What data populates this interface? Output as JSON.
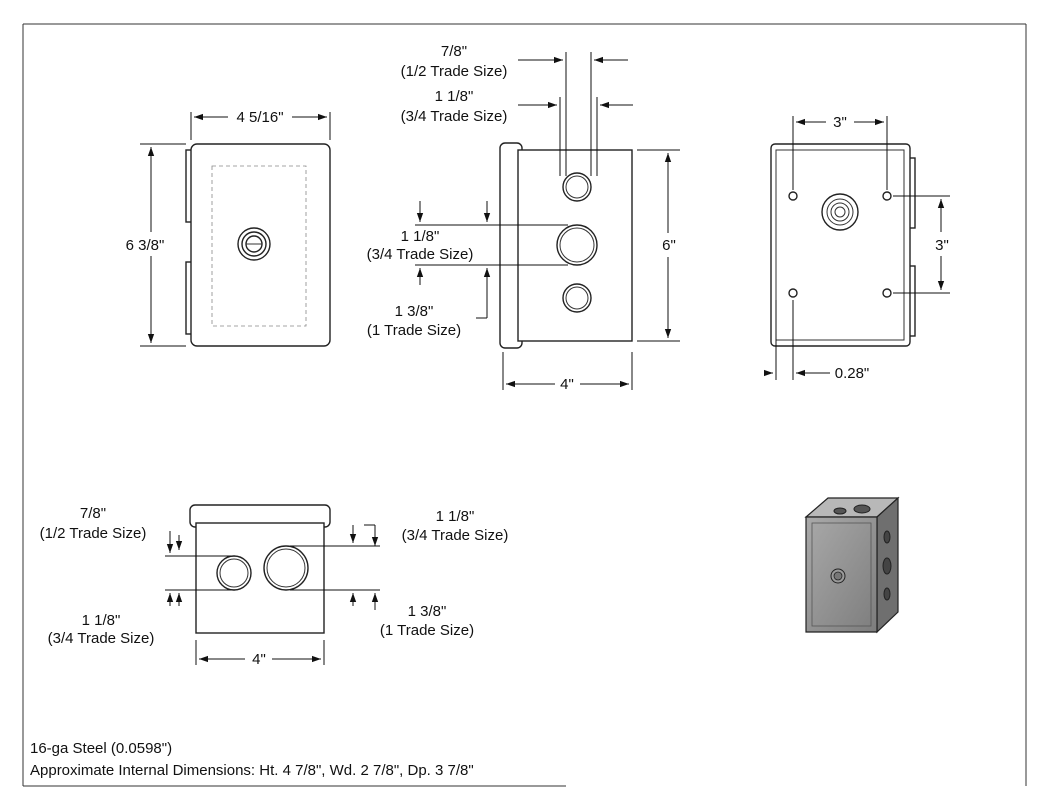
{
  "front_view": {
    "width_dim": "4 5/16\"",
    "height_dim": "6 3/8\""
  },
  "side_view": {
    "ko_top_small": "7/8\"",
    "ko_top_small_trade": "(1/2 Trade Size)",
    "ko_top_large": "1 1/8\"",
    "ko_top_large_trade": "(3/4 Trade Size)",
    "ko_mid": "1 1/8\"",
    "ko_mid_trade": "(3/4 Trade Size)",
    "ko_low": "1 3/8\"",
    "ko_low_trade": "(1 Trade Size)",
    "height_dim": "6\"",
    "depth_dim": "4\""
  },
  "back_view": {
    "hole_spacing_h": "3\"",
    "hole_spacing_v": "3\"",
    "offset_dim": "0.28\""
  },
  "bottom_view": {
    "ko_small": "7/8\"",
    "ko_small_trade": "(1/2 Trade Size)",
    "ko_large": "1 1/8\"",
    "ko_large_trade": "(3/4 Trade Size)",
    "ko_left_low": "1 1/8\"",
    "ko_left_low_trade": "(3/4 Trade Size)",
    "ko_right_low": "1 3/8\"",
    "ko_right_low_trade": "(1 Trade Size)",
    "width_dim": "4\""
  },
  "notes": {
    "material": "16-ga Steel (0.0598\")",
    "internal_dims": "Approximate Internal Dimensions: Ht. 4 7/8\", Wd. 2 7/8\", Dp. 3 7/8\""
  },
  "colors": {
    "line": "#222222",
    "box_gray": "#8e8e8e"
  }
}
